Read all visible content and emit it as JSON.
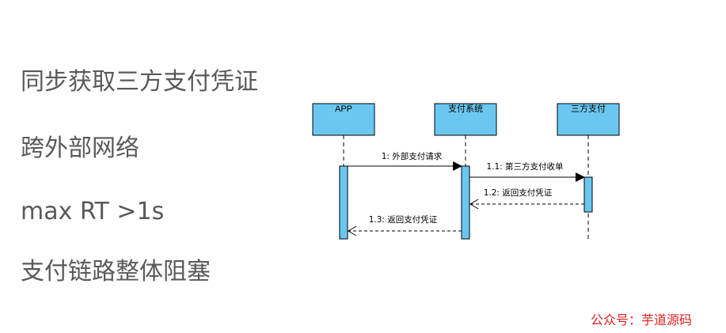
{
  "bullets": [
    "同步获取三方支付凭证",
    "跨外部网络",
    "max RT >1s",
    "支付链路整体阻塞"
  ],
  "diagram": {
    "participants": [
      "APP",
      "支付系统",
      "三方支付"
    ],
    "messages": [
      {
        "label": "1: 外部支付请求",
        "from": "APP",
        "to": "支付系统",
        "style": "solid"
      },
      {
        "label": "1.1: 第三方支付收单",
        "from": "支付系统",
        "to": "三方支付",
        "style": "solid"
      },
      {
        "label": "1.2: 返回支付凭证",
        "from": "三方支付",
        "to": "支付系统",
        "style": "dashed"
      },
      {
        "label": "1.3: 返回支付凭证",
        "from": "支付系统",
        "to": "APP",
        "style": "dashed"
      }
    ],
    "colors": {
      "participant_fill": "#6ac8f0",
      "activation_fill": "#6ac8f0",
      "stroke": "#000000"
    }
  },
  "watermark": "公众号：芋道源码"
}
